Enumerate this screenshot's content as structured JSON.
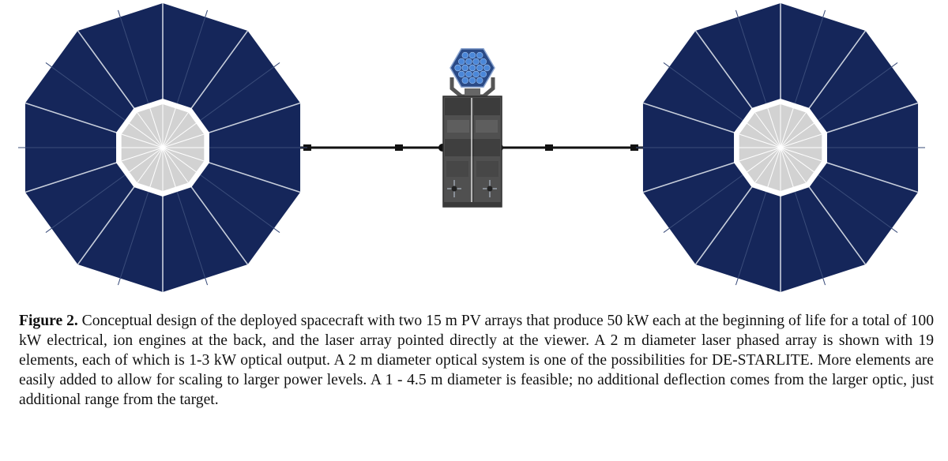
{
  "figure": {
    "colors": {
      "panel": "#15265a",
      "panel_stroke": "#ffffff",
      "hub": "#d2d2d2",
      "body": "#4f4f4f",
      "body_dark": "#3b3b3b",
      "truss": "#111111",
      "emitter": "#4b87d8",
      "emitter_frame": "#243b6e"
    },
    "laser_elements": 19,
    "icons": [
      "solar-array-left",
      "solar-array-right",
      "spacecraft-bus",
      "laser-phased-array",
      "truss-boom"
    ]
  },
  "caption": {
    "label": "Figure 2.",
    "text": " Conceptual design of the deployed spacecraft with two 15 m PV arrays that produce 50 kW each at the beginning of life for a total of 100 kW electrical, ion engines at the back, and the laser array pointed directly at the viewer. A 2 m diameter laser phased array is shown with 19 elements, each of which is 1-3 kW optical output. A 2 m diameter optical system is one of the possibilities for DE-STARLITE. More elements are easily added to allow for scaling to larger power levels. A 1 - 4.5 m diameter is feasible; no additional deflection comes from the larger optic, just additional range from the target."
  }
}
